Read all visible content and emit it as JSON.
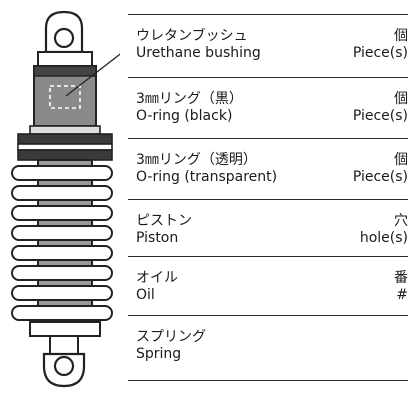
{
  "parts": [
    {
      "ja": "ウレタンブッシュ",
      "en": "Urethane bushing",
      "unit_ja": "個",
      "unit_en": "Piece(s)"
    },
    {
      "ja": "3㎜リング（黒）",
      "en": "O-ring (black)",
      "unit_ja": "個",
      "unit_en": "Piece(s)"
    },
    {
      "ja": "3㎜リング（透明）",
      "en": "O-ring (transparent)",
      "unit_ja": "個",
      "unit_en": "Piece(s)"
    },
    {
      "ja": "ピストン",
      "en": "Piston",
      "unit_ja": "穴",
      "unit_en": "hole(s)"
    },
    {
      "ja": "オイル",
      "en": "Oil",
      "unit_ja": "番",
      "unit_en": "#"
    },
    {
      "ja": "スプリング",
      "en": "Spring",
      "unit_ja": "",
      "unit_en": ""
    }
  ],
  "colors": {
    "line": "#2a2a2a",
    "spring_dark": "#3a3a3a",
    "body_gray": "#8a8a8a"
  },
  "icon": "shock-absorber-illustration"
}
